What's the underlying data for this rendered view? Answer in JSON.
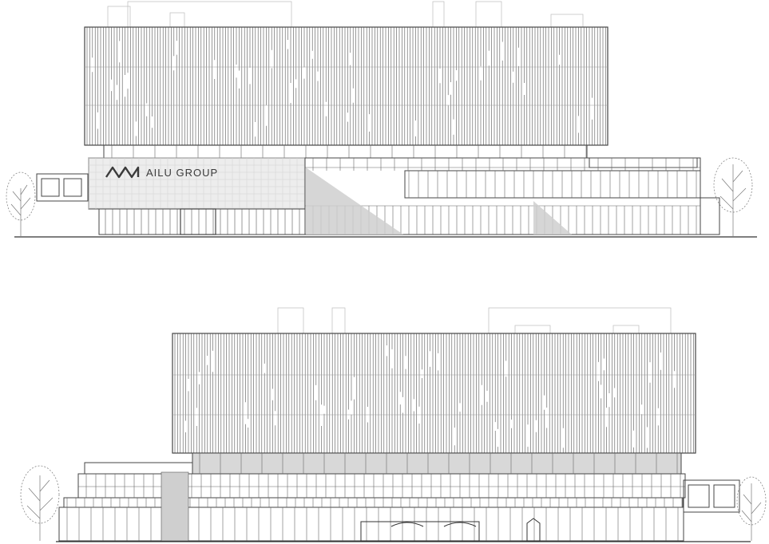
{
  "sign": {
    "brand_text": "AILU GROUP",
    "logo": "ailu-wave-logo"
  },
  "colors": {
    "line": "#4a4a4a",
    "line_light": "#9a9a9a",
    "shade": "#cfcfcf",
    "sign_panel": "#ededed",
    "background": "#ffffff"
  },
  "elevations": [
    {
      "id": "elevation-upper",
      "has_sign": true
    },
    {
      "id": "elevation-lower",
      "has_sign": false
    }
  ]
}
